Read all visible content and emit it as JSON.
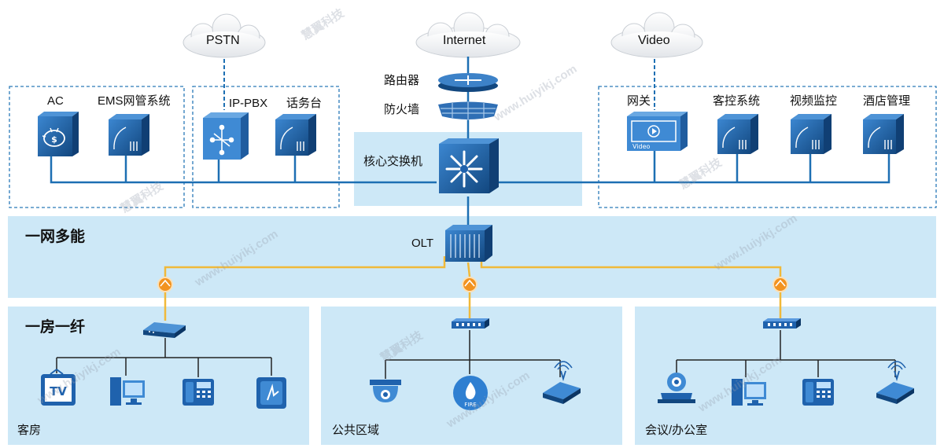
{
  "clouds": {
    "pstn": "PSTN",
    "internet": "Internet",
    "video": "Video"
  },
  "devices": {
    "router": "路由器",
    "firewall": "防火墙",
    "core_switch": "核心交换机",
    "ac": "AC",
    "ems": "EMS网管系统",
    "ip_pbx": "IP-PBX",
    "console": "话务台",
    "gateway": "网关",
    "guest_control": "客控系统",
    "video_monitor": "视频监控",
    "hotel_mgmt": "酒店管理",
    "olt": "OLT"
  },
  "bands": {
    "multi_service": "一网多能",
    "per_room_fiber": "一房一纤"
  },
  "zones": {
    "guest_room": "客房",
    "public_area": "公共区域",
    "meeting_office": "会议/办公室"
  },
  "colors": {
    "band": "#cde8f7",
    "line": "#1d6fb3",
    "fiber": "#f0b93a",
    "device": "#1f62ad",
    "splitter": "#f29320"
  },
  "watermark": {
    "text_cn": "慧翼科技",
    "url": "www.huiyikj.com"
  }
}
